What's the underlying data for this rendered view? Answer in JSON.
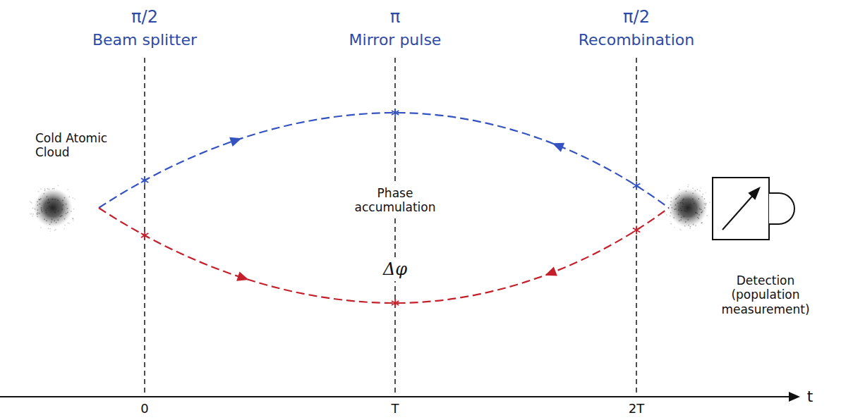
{
  "diagram": {
    "labels": [
      "π/2",
      "Beam splitter",
      "π",
      "Mirror pulse",
      "π/2",
      "Recombination",
      "Cold Atomic Cloud",
      "Phase accumulation",
      "Δφ",
      "Detection (population measurement)",
      "0",
      "T",
      "2T",
      "t"
    ]
  }
}
